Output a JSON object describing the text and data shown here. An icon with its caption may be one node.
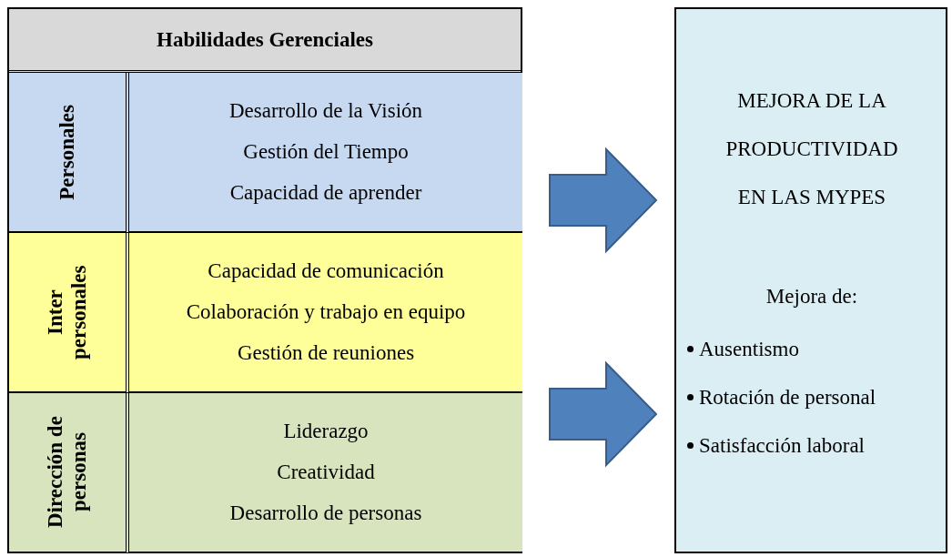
{
  "diagram": {
    "nodes": [
      {
        "text": [
          "Habilidades Gerenciales"
        ]
      },
      {
        "text": [
          "Personales"
        ],
        "in": 0
      },
      {
        "text": [
          "Desarrollo de la Visión",
          "Gestión del Tiempo",
          "Capacidad de aprender"
        ],
        "in": 0
      },
      {
        "text": [
          "Inter personales"
        ],
        "in": 0
      },
      {
        "text": [
          "Capacidad de comunicación",
          "Colaboración y trabajo en equipo",
          "Gestión de reuniones"
        ],
        "in": 0
      },
      {
        "text": [
          "Dirección de personas"
        ],
        "in": 0
      },
      {
        "text": [
          "Liderazgo",
          "Creatividad",
          "Desarrollo de personas"
        ],
        "in": 0
      },
      {
        "text": [
          "MEJORA DE LA PRODUCTIVIDAD EN LAS MYPES",
          "Mejora de:",
          "Ausentismo",
          "Rotación de personal",
          "Satisfacción laboral"
        ]
      }
    ],
    "edges": [
      {
        "from": 0,
        "to": 7,
        "arrow": "to"
      },
      {
        "from": 0,
        "to": 7,
        "arrow": "to"
      }
    ]
  }
}
